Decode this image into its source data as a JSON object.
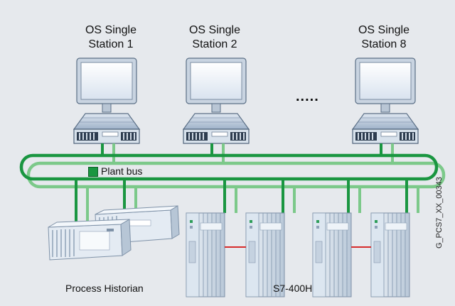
{
  "stations": [
    {
      "line1": "OS Single",
      "line2": "Station 1"
    },
    {
      "line1": "OS Single",
      "line2": "Station 2"
    },
    {
      "line1": "OS Single",
      "line2": "Station 8"
    }
  ],
  "ellipsis": ".....",
  "bus_label": "Plant bus",
  "historian_label": "Process Historian",
  "controller_label": "S7-400H",
  "document_id": "G_PCS7_XX_00343",
  "colors": {
    "background": "#e6e9ed",
    "bus_dark": "#1a9641",
    "bus_light": "#7cc98a",
    "redundancy_link": "#d62b2b"
  }
}
